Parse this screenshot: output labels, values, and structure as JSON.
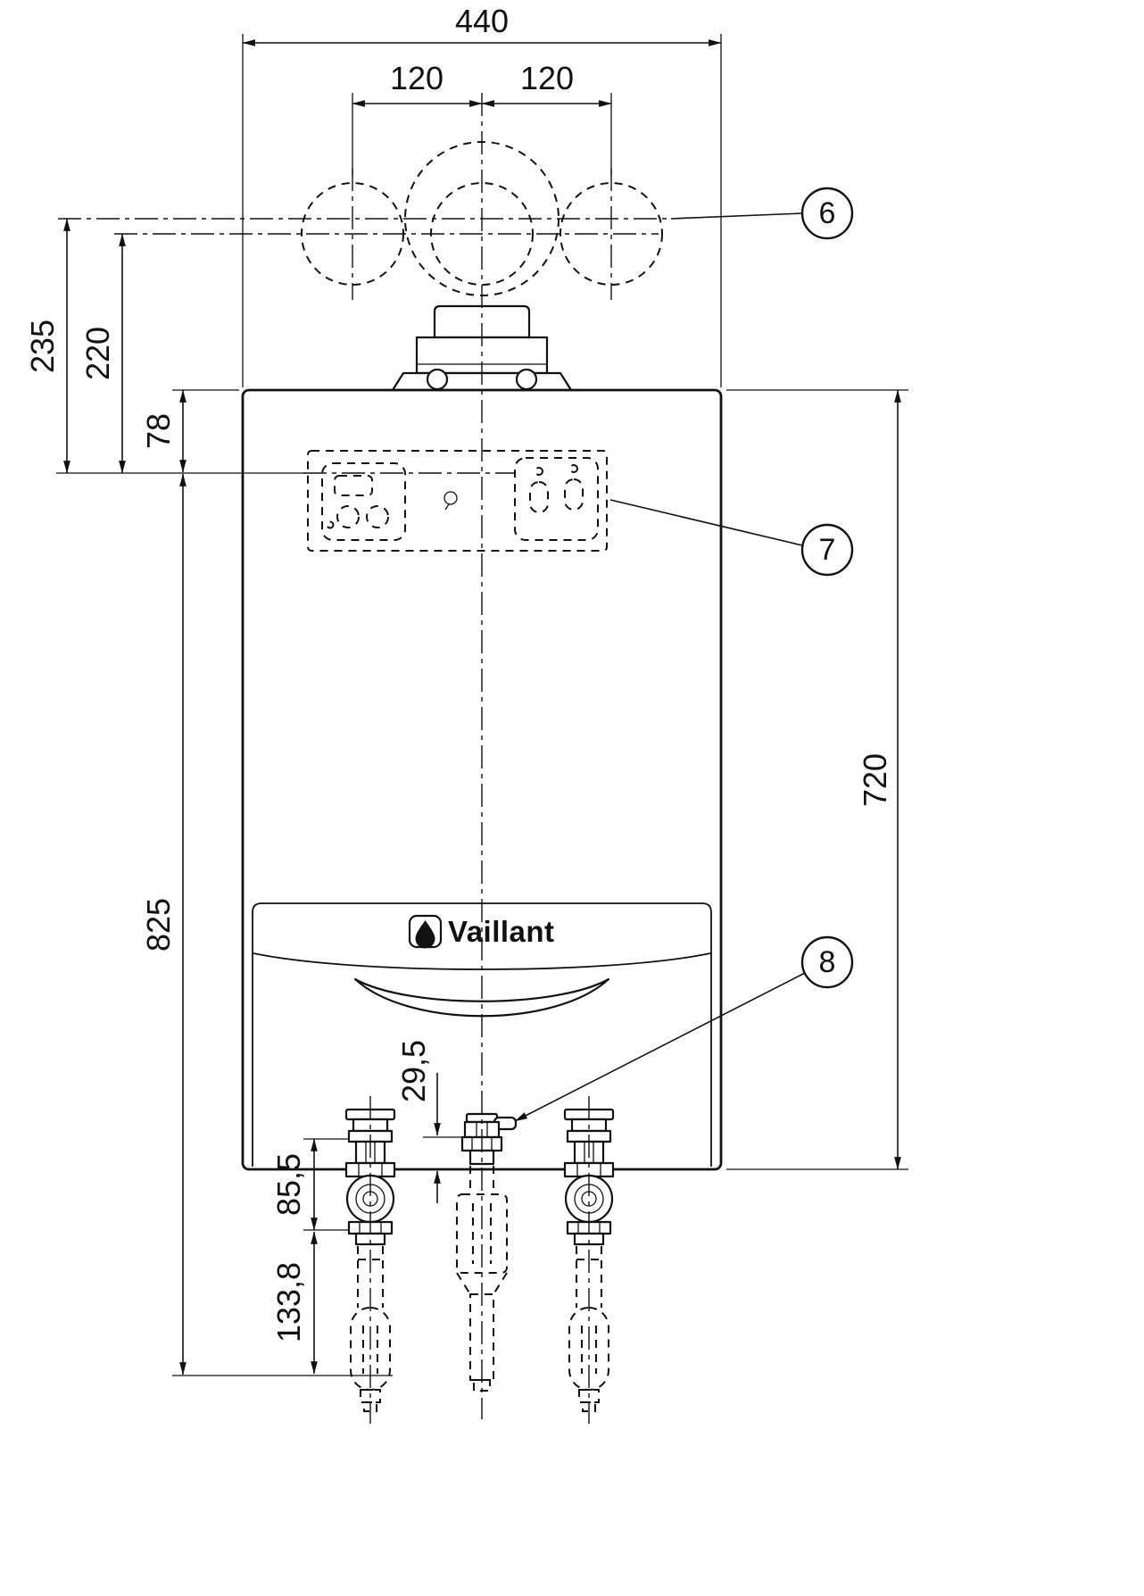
{
  "logo": {
    "text": "Vaillant"
  },
  "dims": {
    "d440": "440",
    "d120_left": "120",
    "d120_right": "120",
    "d235": "235",
    "d220": "220",
    "d78": "78",
    "d825": "825",
    "d720": "720",
    "d29_5": "29,5",
    "d85_5": "85,5",
    "d133_8": "133,8"
  },
  "callouts": {
    "c6": "6",
    "c7": "7",
    "c8": "8"
  }
}
